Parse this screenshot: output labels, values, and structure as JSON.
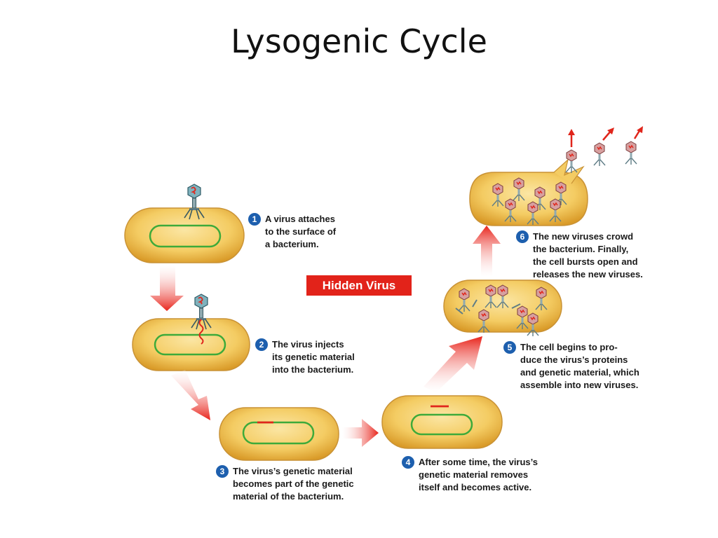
{
  "title": "Lysogenic Cycle",
  "badge": "Hidden Virus",
  "steps": [
    {
      "number": "1",
      "lines": [
        "A virus attaches",
        "to the surface of",
        "a bacterium."
      ]
    },
    {
      "number": "2",
      "lines": [
        "The virus injects",
        "its genetic material",
        "into the bacterium."
      ]
    },
    {
      "number": "3",
      "lines": [
        "The virus’s genetic material",
        "becomes part of the genetic",
        "material of the bacterium."
      ]
    },
    {
      "number": "4",
      "lines": [
        "After some time, the virus’s",
        "genetic material removes",
        "itself and becomes active."
      ]
    },
    {
      "number": "5",
      "lines": [
        "The cell begins to pro-",
        "duce the virus’s proteins",
        "and genetic material, which",
        "assemble into new viruses."
      ]
    },
    {
      "number": "6",
      "lines": [
        "The new viruses crowd",
        "the bacterium. Finally,",
        "the cell bursts open and",
        "releases the new viruses."
      ]
    }
  ],
  "colors": {
    "cell_fill": "#f4c95a",
    "dna": "#3daa3a",
    "viral_dna": "#e0251b",
    "arrow": "#ee3322",
    "step_badge": "#1d5fae",
    "virus_body": "#6b9aa8"
  }
}
